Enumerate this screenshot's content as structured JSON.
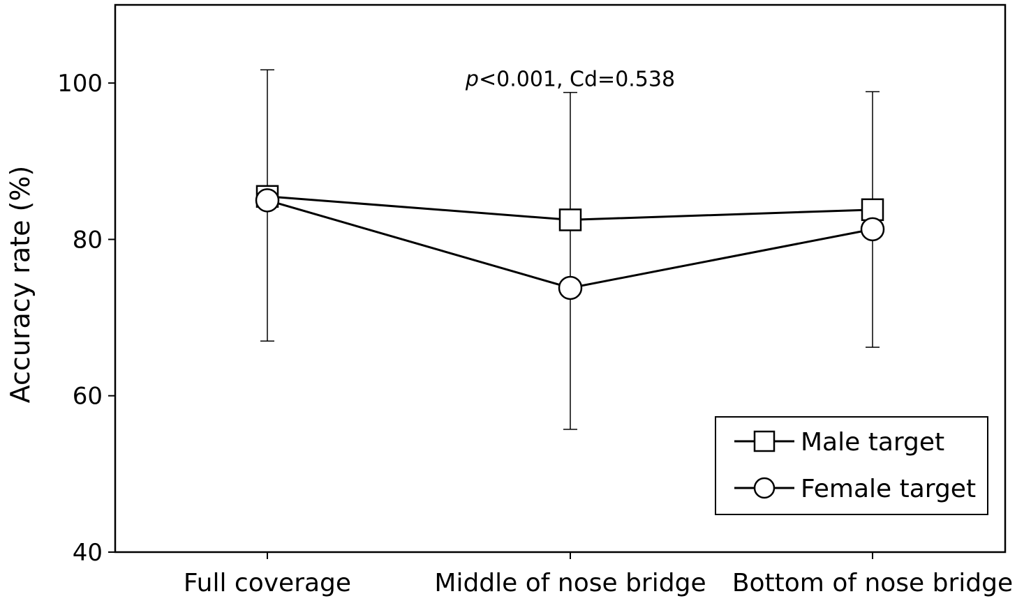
{
  "chart_data": {
    "type": "line",
    "categories": [
      "Full coverage",
      "Middle of nose bridge",
      "Bottom of nose bridge"
    ],
    "ylabel": "Accuracy rate (%)",
    "xlabel": "",
    "ylim": [
      40,
      110
    ],
    "yticks": [
      40,
      60,
      80,
      100
    ],
    "grid": false,
    "legend_position": "bottom-right",
    "annotation": {
      "p_symbol": "p",
      "text": "<0.001, Cd=0.538",
      "x_category": 1,
      "y": 100.5
    },
    "series": [
      {
        "name": "Male target",
        "marker": "square",
        "values": [
          85.5,
          82.5,
          83.8
        ],
        "error_upper": [
          101.7,
          98.8,
          98.9
        ],
        "error_lower": [
          67.0,
          55.7,
          66.2
        ]
      },
      {
        "name": "Female target",
        "marker": "circle",
        "values": [
          85.0,
          73.8,
          81.3
        ],
        "error_upper": [
          101.7,
          98.8,
          98.9
        ],
        "error_lower": [
          67.0,
          55.7,
          66.2
        ]
      }
    ]
  }
}
